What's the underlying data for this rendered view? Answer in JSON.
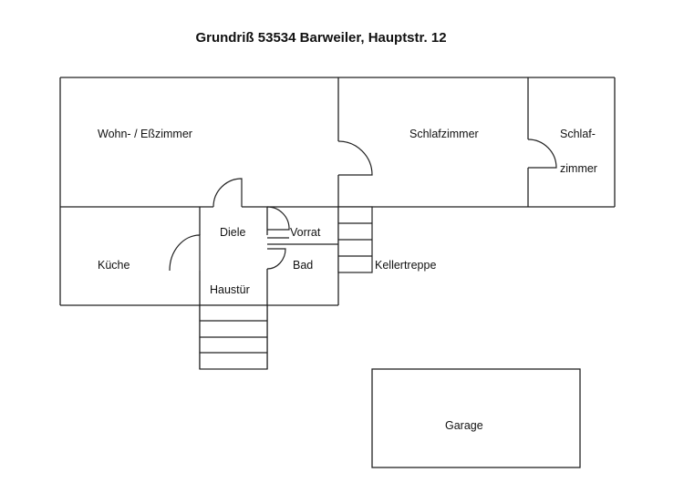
{
  "title": "Grundriß 53534 Barweiler, Hauptstr. 12",
  "rooms": {
    "wohn": "Wohn- / Eßzimmer",
    "schlaf1": "Schlafzimmer",
    "schlaf2_line1": "Schlaf-",
    "schlaf2_line2": "zimmer",
    "diele": "Diele",
    "vorrat": "Vorrat",
    "kueche": "Küche",
    "bad": "Bad",
    "haustuer": "Haustür",
    "kellertreppe": "Kellertreppe",
    "garage": "Garage"
  }
}
